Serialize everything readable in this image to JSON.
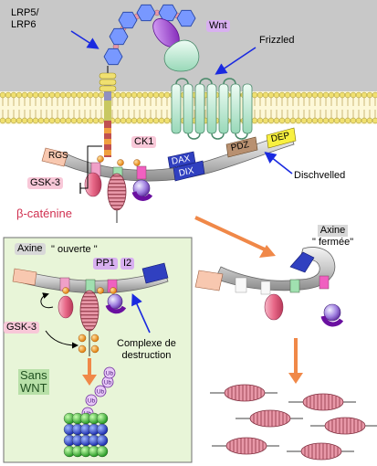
{
  "labels": {
    "lrp": [
      "LRP5/",
      "LRP6"
    ],
    "wnt": "Wnt",
    "frizzled": "Frizzled",
    "ck1": "CK1",
    "rgs": "RGS",
    "gsk3_top": "GSK-3",
    "beta_catenin": "β-caténine",
    "dax1": "DAX",
    "dax2": "DIX",
    "pdz": "PDZ",
    "dep": "DEP",
    "dishevelled": "Dischvelled",
    "axine_fermee": [
      "Axine",
      "\" fermée\""
    ],
    "axine_ouverte": "Axine",
    "ouverte": "\" ouverte \"",
    "pp1": "PP1",
    "i2": "I2",
    "gsk3_box": "GSK-3",
    "complexe": [
      "Complexe de",
      "destruction"
    ],
    "sans_wnt": [
      "Sans",
      "WNT"
    ],
    "ub": "Ub"
  },
  "colors": {
    "membrane_bg": "#c8c8c8",
    "inset_bg": "#e8f5d8",
    "wnt_purple": "#a040c8",
    "frizzled_green": "#c8f0dc",
    "beta_cat_pink": "#e88098",
    "arrow_orange": "#f08848",
    "pointer_blue": "#1a2ae0",
    "label_pink_bg": "#f8c8d8",
    "label_purple_bg": "#d8b0f0"
  }
}
